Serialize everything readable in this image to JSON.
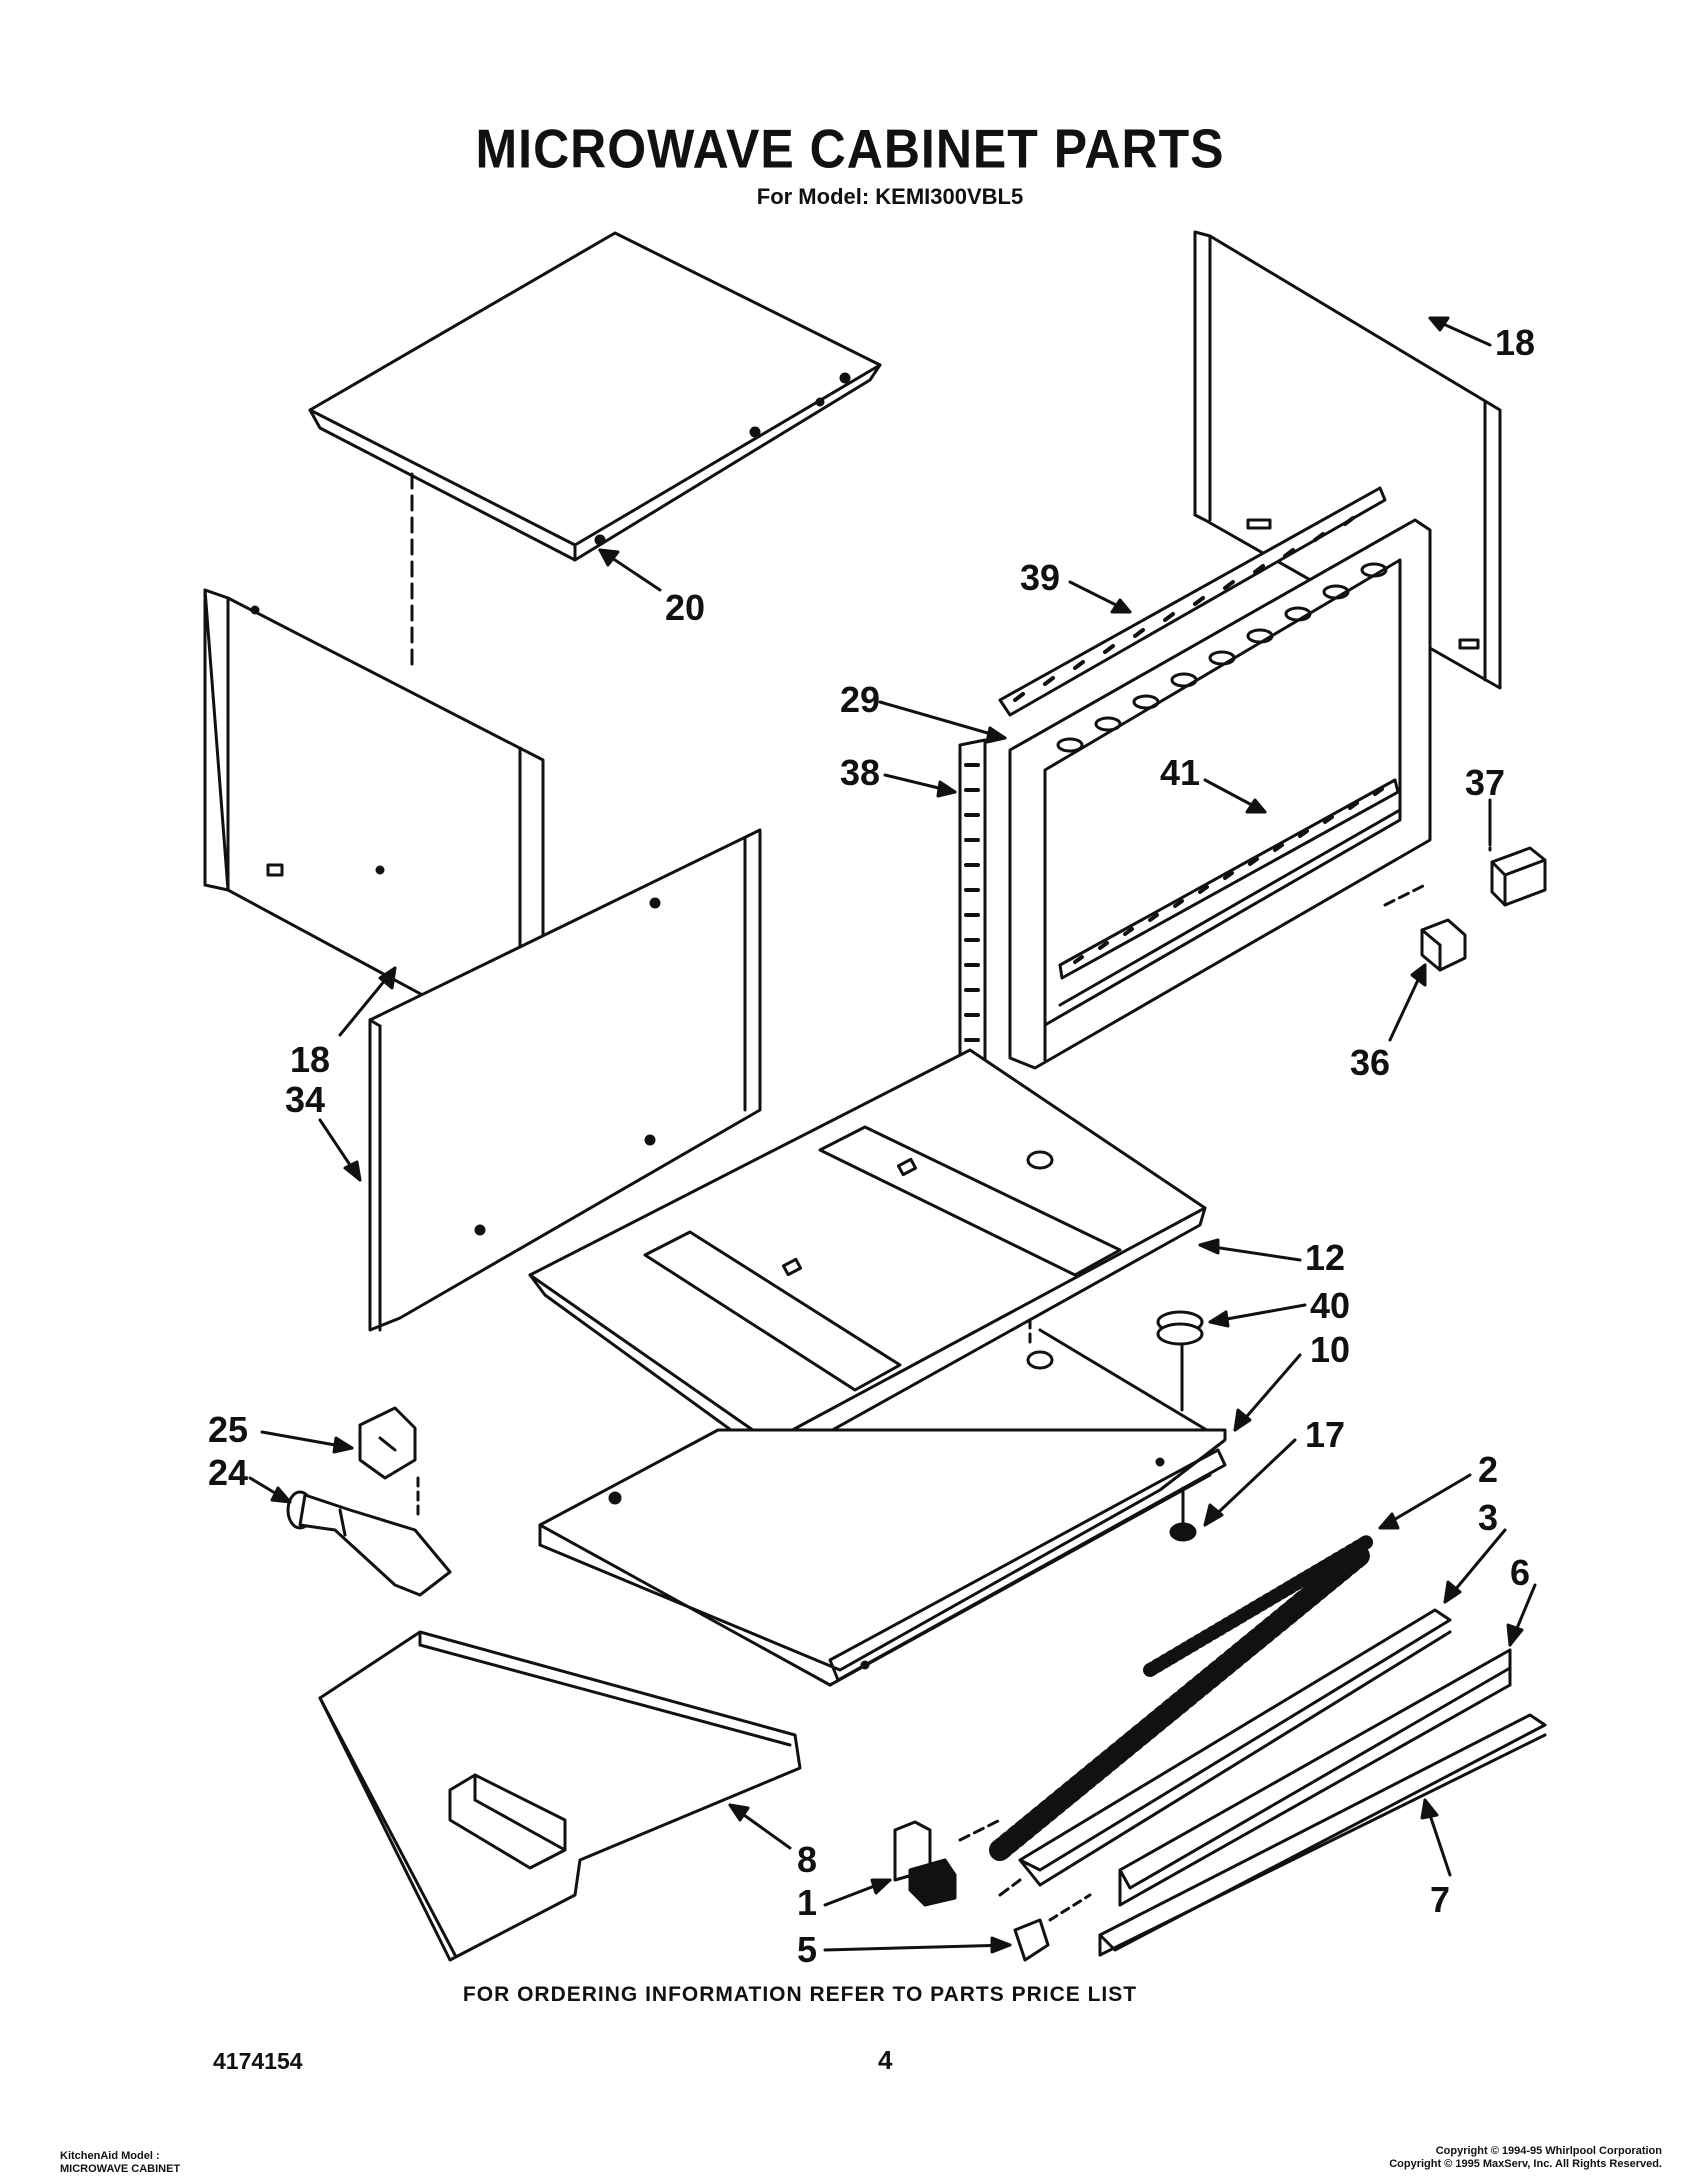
{
  "header": {
    "title": "MICROWAVE CABINET PARTS",
    "subtitle": "For Model: KEMI300VBL5"
  },
  "callouts": {
    "c18_top": "18",
    "c20": "20",
    "c39": "39",
    "c29": "29",
    "c38": "38",
    "c41": "41",
    "c37": "37",
    "c36": "36",
    "c18_left": "18",
    "c34": "34",
    "c12": "12",
    "c40": "40",
    "c10": "10",
    "c17": "17",
    "c25": "25",
    "c24": "24",
    "c2": "2",
    "c3": "3",
    "c6": "6",
    "c8": "8",
    "c7": "7",
    "c1": "1",
    "c5": "5"
  },
  "footer": {
    "ordering_note": "FOR ORDERING INFORMATION REFER TO PARTS PRICE LIST",
    "document_number": "4174154",
    "page_number": "4",
    "model_line_1": "KitchenAid Model :",
    "model_line_2": "MICROWAVE CABINET",
    "copyright_1": "Copyright © 1994-95 Whirlpool Corporation",
    "copyright_2": "Copyright © 1995 MaxServ, Inc.  All Rights Reserved."
  }
}
